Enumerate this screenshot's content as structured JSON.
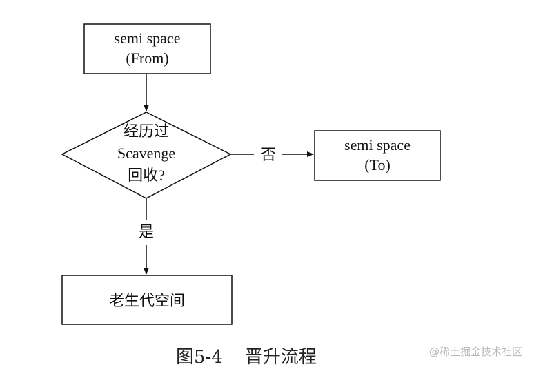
{
  "nodes": {
    "from": {
      "line1": "semi space",
      "line2": "(From)"
    },
    "decision": {
      "line1": "经历过",
      "line2": "Scavenge",
      "line3": "回收?"
    },
    "to": {
      "line1": "semi space",
      "line2": "(To)"
    },
    "old_space": {
      "label": "老生代空间"
    }
  },
  "edges": {
    "no_label": "否",
    "yes_label": "是"
  },
  "caption": {
    "number": "图5-4",
    "title": "晋升流程"
  },
  "watermark": "@稀土掘金技术社区"
}
